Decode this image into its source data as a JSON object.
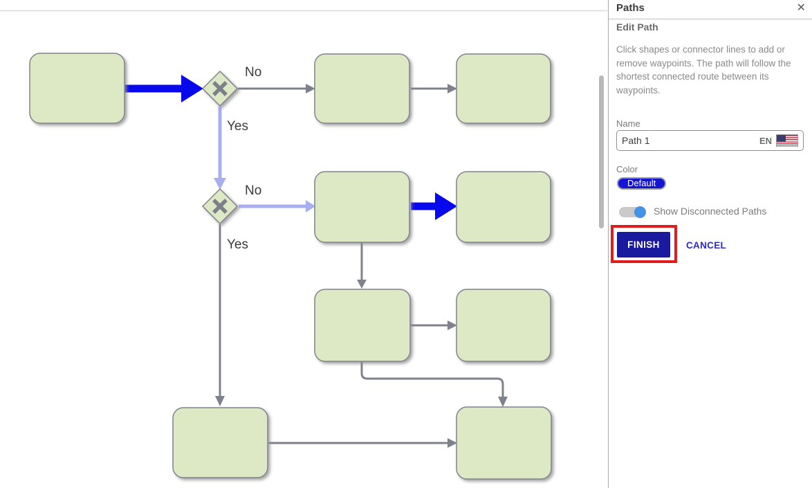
{
  "panel": {
    "title": "Paths",
    "close_icon": "✕",
    "section_title": "Edit Path",
    "description": "Click shapes or connector lines to add or remove waypoints. The path will follow the shortest connected route between its waypoints.",
    "name_label": "Name",
    "name_value": "Path 1",
    "language_code": "EN",
    "flag_icon": "us-flag",
    "color_label": "Color",
    "color_value": "Default",
    "toggle_label": "Show Disconnected Paths",
    "toggle_state": "on",
    "finish_label": "FINISH",
    "cancel_label": "CANCEL",
    "colors": {
      "finish_button": "#1a1a9e",
      "color_pill": "#1414d6",
      "toggle_knob": "#4593e6",
      "annotation_red": "#e11c1c",
      "cancel_link": "#2b2bd0"
    }
  },
  "diagram": {
    "labels": {
      "d1_no": "No",
      "d1_yes": "Yes",
      "d2_no": "No",
      "d2_yes": "Yes"
    },
    "colors": {
      "shape_fill": "#dde9c4",
      "shape_stroke": "#80838d",
      "connector_gray": "#7e828c",
      "path_blue": "#0808ec",
      "path_highlight": "#a7aff0",
      "decision_x": "#7d808a"
    },
    "shape_count": 9,
    "decision_count": 2
  }
}
